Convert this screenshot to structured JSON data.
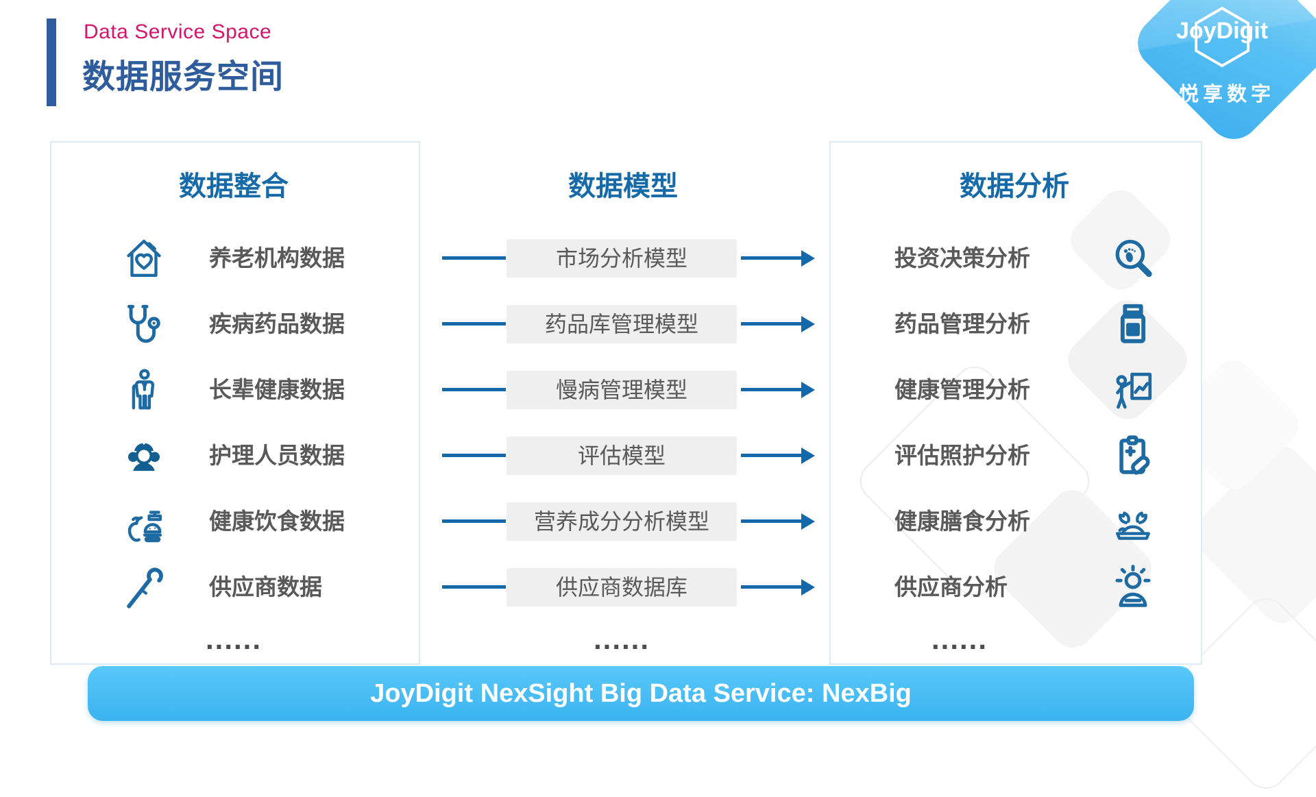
{
  "header": {
    "kicker": "Data Service Space",
    "title": "数据服务空间"
  },
  "logo": {
    "name": "JoyDigit",
    "tagline": "悦享数字",
    "badge_color": "#4FBCF4"
  },
  "columns": {
    "integration": {
      "title": "数据整合",
      "items": [
        {
          "label": "养老机构数据",
          "icon": "house-heart-icon"
        },
        {
          "label": "疾病药品数据",
          "icon": "stethoscope-icon"
        },
        {
          "label": "长辈健康数据",
          "icon": "elderly-person-icon"
        },
        {
          "label": "护理人员数据",
          "icon": "nurse-icon"
        },
        {
          "label": "健康饮食数据",
          "icon": "healthy-food-icon"
        },
        {
          "label": "供应商数据",
          "icon": "walking-cane-icon"
        }
      ],
      "ellipsis": "......"
    },
    "models": {
      "title": "数据模型",
      "items": [
        {
          "label": "市场分析模型"
        },
        {
          "label": "药品库管理模型"
        },
        {
          "label": "慢病管理模型"
        },
        {
          "label": "评估模型"
        },
        {
          "label": "营养成分分析模型"
        },
        {
          "label": "供应商数据库"
        }
      ],
      "ellipsis": "......"
    },
    "analysis": {
      "title": "数据分析",
      "items": [
        {
          "label": "投资决策分析",
          "icon": "footprint-magnifier-icon"
        },
        {
          "label": "药品管理分析",
          "icon": "pill-bottle-icon"
        },
        {
          "label": "健康管理分析",
          "icon": "health-presentation-icon"
        },
        {
          "label": "评估照护分析",
          "icon": "care-clipboard-icon"
        },
        {
          "label": "健康膳食分析",
          "icon": "healthy-meal-icon"
        },
        {
          "label": "供应商分析",
          "icon": "supplier-insight-icon"
        }
      ],
      "ellipsis": "......"
    }
  },
  "banner": {
    "text": "JoyDigit NexSight Big Data Service: NexBig"
  },
  "colors": {
    "title_blue": "#2E5C9C",
    "header_blue": "#176AA8",
    "kicker_pink": "#D3156B",
    "arrow_blue": "#1268A8",
    "icon_blue": "#1E6BA4",
    "item_gray": "#595959",
    "box_gray": "#EFEFEF",
    "panel_border": "#DEEBF4",
    "banner_top": "#58C8F8",
    "banner_bottom": "#3CB3F1"
  }
}
